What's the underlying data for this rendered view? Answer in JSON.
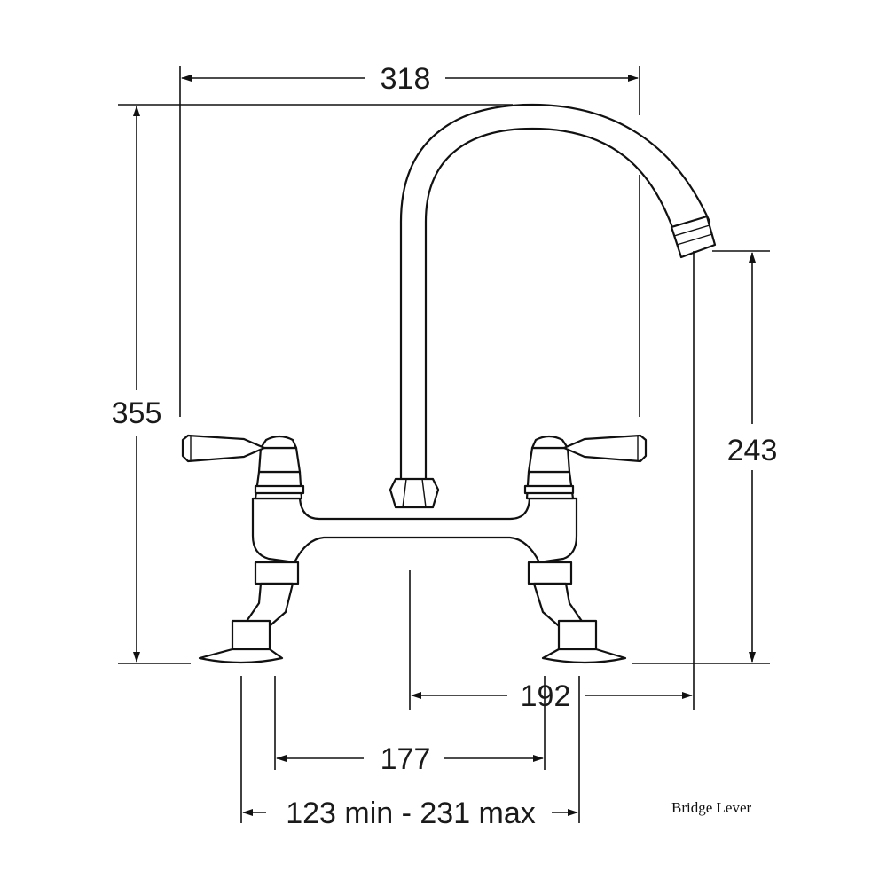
{
  "dimensions": {
    "overall_width": "318",
    "overall_height": "355",
    "spout_height": "243",
    "spout_reach": "192",
    "base_spacing": "177",
    "adjustable_range": "123 min - 231 max"
  },
  "caption": "Bridge Lever"
}
